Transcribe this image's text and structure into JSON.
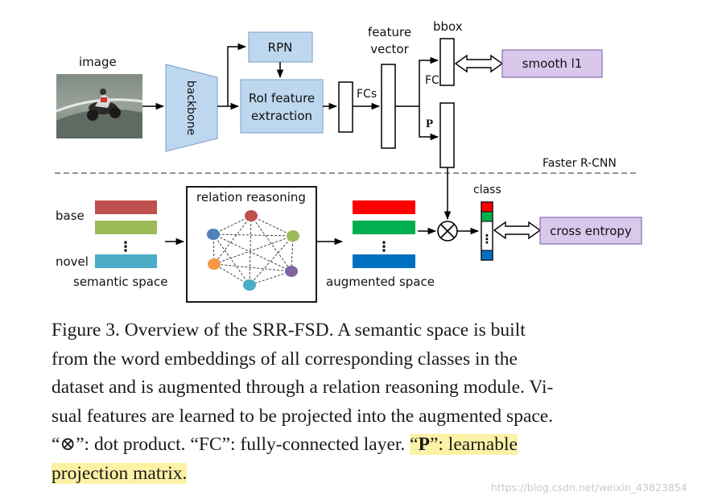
{
  "diagram": {
    "image_label": "image",
    "backbone_label": "backbone",
    "rpn_label": "RPN",
    "roi_label_line1": "RoI feature",
    "roi_label_line2": "extraction",
    "fcs_label": "FCs",
    "feature_vector_line1": "feature",
    "feature_vector_line2": "vector",
    "bbox_label": "bbox",
    "fc_label": "FC",
    "p_label": "P",
    "smooth_l1_label": "smooth l1",
    "faster_rcnn_label": "Faster R-CNN",
    "class_label": "class",
    "cross_entropy_label": "cross entropy",
    "relation_reasoning_label": "relation reasoning",
    "base_label": "base",
    "novel_label": "novel",
    "semantic_space_label": "semantic space",
    "augmented_space_label": "augmented space",
    "ellipsis": "⋮",
    "dot_product_symbol": "⊗",
    "colors": {
      "rpn_fill": "#bdd7ee",
      "box_stroke": "#8aaad3",
      "loss_fill": "#d9c7ec",
      "loss_stroke": "#8a70a8",
      "sem_base_1": "#c0504d",
      "sem_base_2": "#9bbb59",
      "sem_novel": "#4bacc6",
      "aug_1": "#ff0000",
      "aug_2": "#00b050",
      "aug_3": "#0070c0"
    }
  },
  "caption": {
    "line1": "Figure 3. Overview of the SRR-FSD. A semantic space is built",
    "line2": "from the word embeddings of all corresponding classes in the",
    "line3": "dataset and is augmented through a relation reasoning module. Vi-",
    "line4": "sual features are learned to be projected into the augmented space.",
    "line5a": "“⊗”: dot product. “FC”: fully-connected layer. ",
    "line5b_quote_open": "“",
    "line5b_p": "P",
    "line5b_rest": "”: learnable",
    "line6": "projection matrix."
  },
  "watermark": "https://blog.csdn.net/weixin_43823854"
}
